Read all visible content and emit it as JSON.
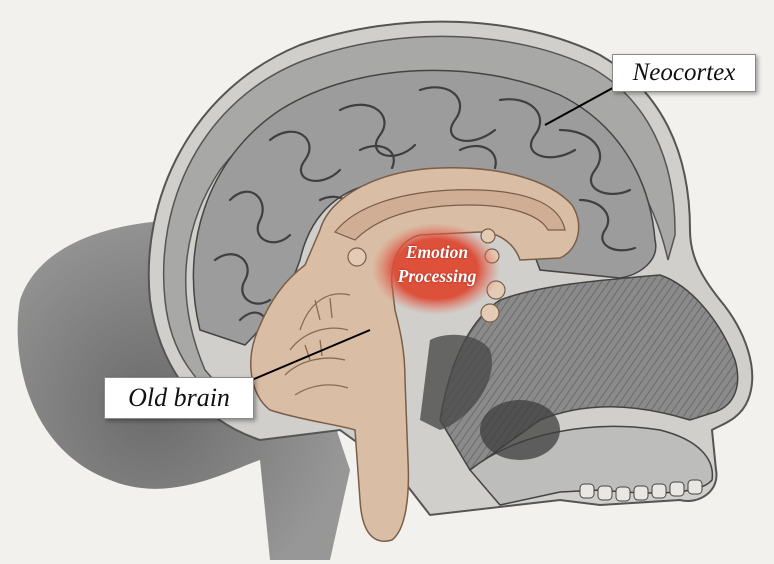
{
  "labels": {
    "neocortex": "Neocortex",
    "old_brain": "Old brain",
    "emotion_line1": "Emotion",
    "emotion_line2": "Processing"
  },
  "colors": {
    "background": "#f2f1ee",
    "skull_gray": "#8f8f8f",
    "cortex_gray": "#9a9a9a",
    "brainstem_tan": "#d9bda5",
    "emotion_red": "#d8412c",
    "label_bg": "#ffffff"
  }
}
